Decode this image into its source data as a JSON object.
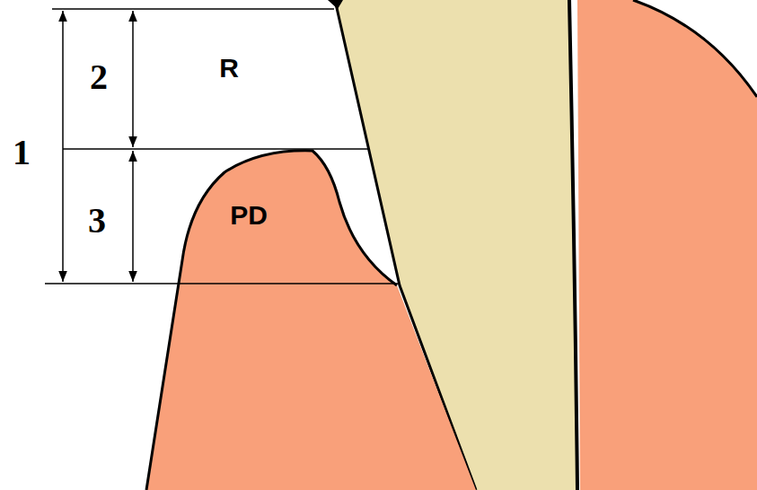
{
  "diagram": {
    "labels": [
      "2",
      "R",
      "1",
      "3",
      "PD"
    ]
  }
}
